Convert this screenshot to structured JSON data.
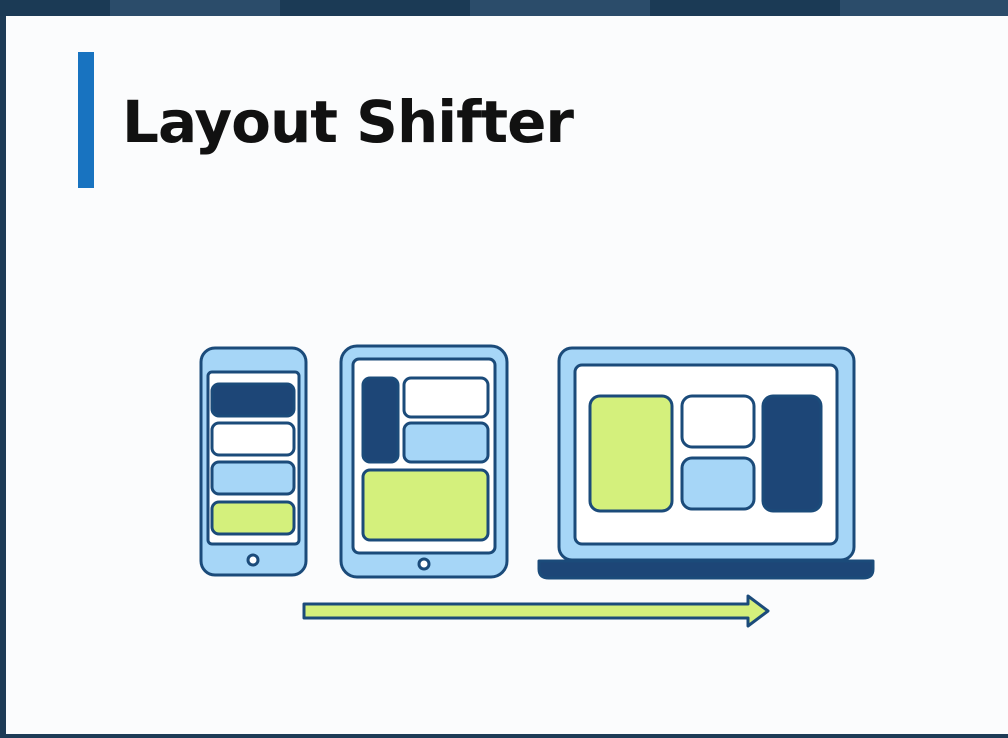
{
  "slide": {
    "title": "Layout Shifter"
  },
  "colors": {
    "accent_bar": "#1873c0",
    "outline": "#1b4b7a",
    "device_fill": "#a6d6f7",
    "screen_fill": "#ffffff",
    "dark_block": "#1d4677",
    "light_blue_block": "#a6d6f7",
    "white_block": "#ffffff",
    "green_block": "#d4f07c",
    "arrow_fill": "#d4f07c"
  },
  "diagram": {
    "devices": [
      {
        "name": "phone",
        "blocks": [
          "dark",
          "white",
          "light-blue",
          "green"
        ]
      },
      {
        "name": "tablet",
        "blocks": [
          "dark",
          "white",
          "light-blue",
          "green"
        ]
      },
      {
        "name": "laptop",
        "blocks": [
          "green",
          "white",
          "light-blue",
          "dark"
        ]
      }
    ],
    "arrow": {
      "direction": "right"
    }
  }
}
